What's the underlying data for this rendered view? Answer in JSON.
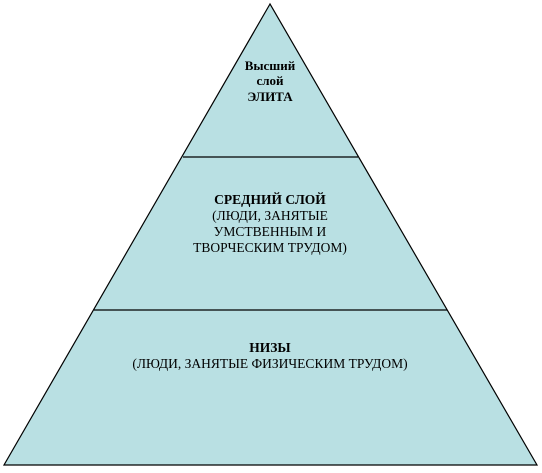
{
  "diagram": {
    "fill_color": "#b9e0e3",
    "stroke_color": "#000000",
    "tiers": [
      {
        "id": "top",
        "lines": [
          "Высший",
          "слой",
          "ЭЛИТА"
        ]
      },
      {
        "id": "middle",
        "title": "СРЕДНИЙ СЛОЙ",
        "lines": [
          "(ЛЮДИ, ЗАНЯТЫЕ",
          "УМСТВЕННЫМ И",
          "ТВОРЧЕСКИМ ТРУДОМ)"
        ]
      },
      {
        "id": "bottom",
        "title": "НИЗЫ",
        "lines": [
          "(ЛЮДИ, ЗАНЯТЫЕ ФИЗИЧЕСКИМ ТРУДОМ)"
        ]
      }
    ]
  }
}
